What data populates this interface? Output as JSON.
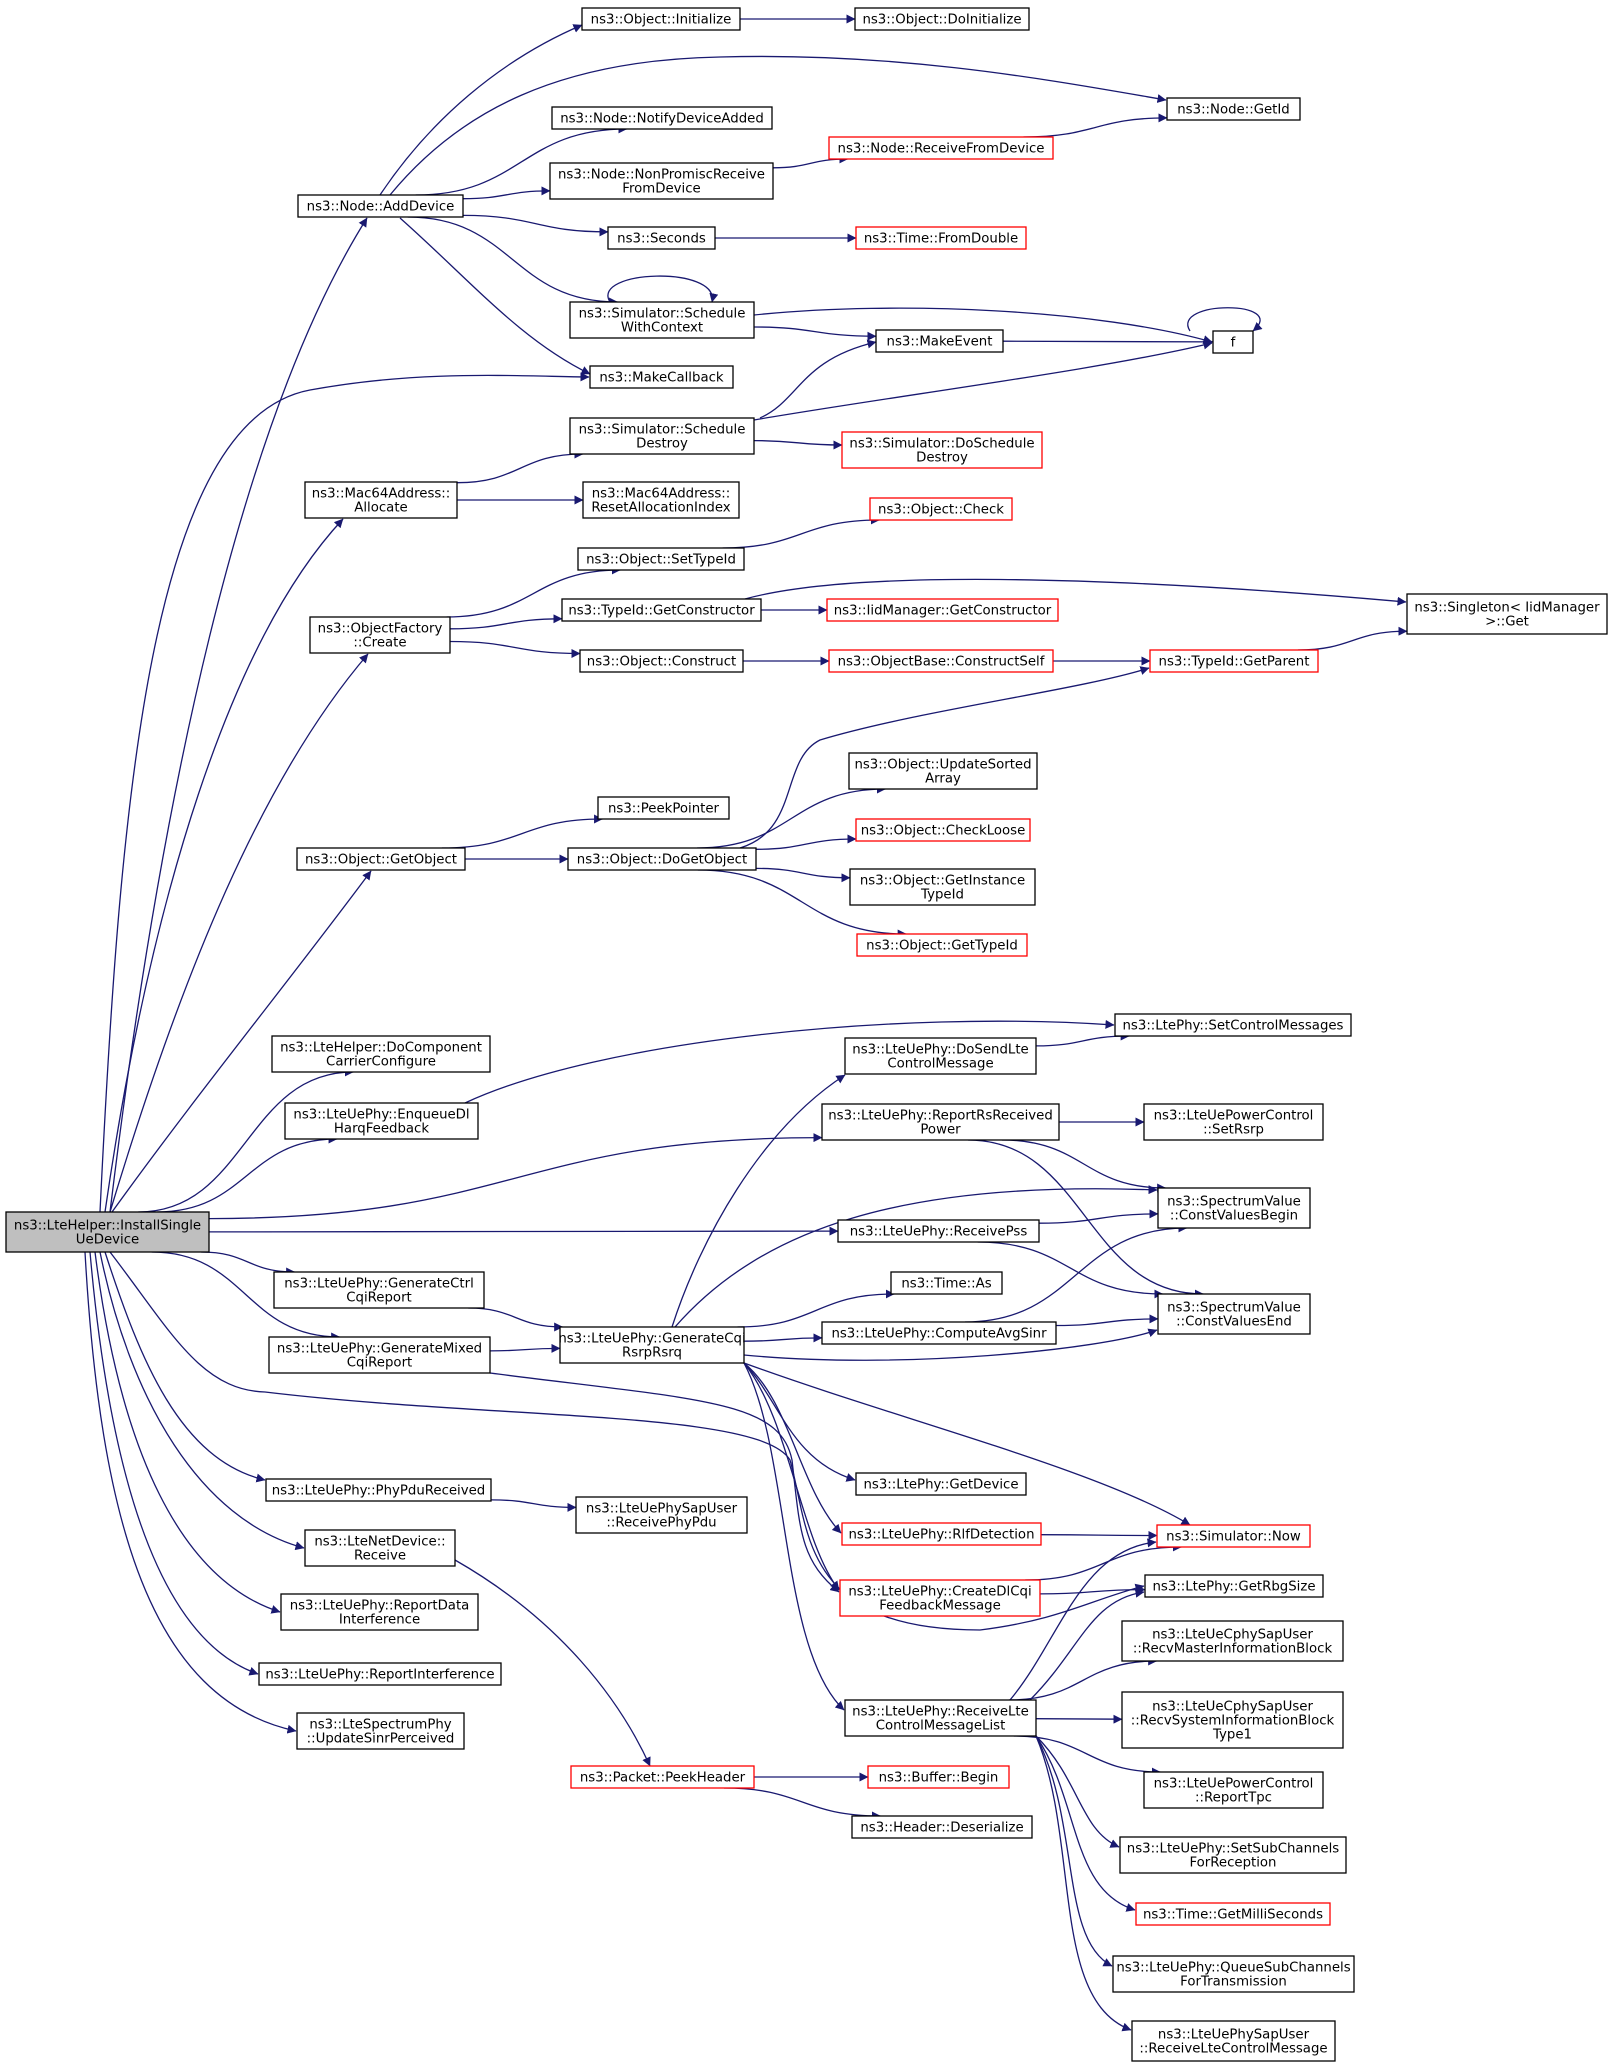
{
  "graph": {
    "type": "call-graph",
    "colors": {
      "edge": "#191970",
      "node_border": "#000000",
      "truncated_node_border": "#ff0000",
      "root_fill": "#bfbfbf"
    },
    "nodes": [
      {
        "id": "root",
        "label": [
          "ns3::LteHelper::InstallSingle",
          "UeDevice"
        ],
        "root": true
      },
      {
        "id": "addDevice",
        "label": [
          "ns3::Node::AddDevice"
        ]
      },
      {
        "id": "objInit",
        "label": [
          "ns3::Object::Initialize"
        ]
      },
      {
        "id": "objDoInit",
        "label": [
          "ns3::Object::DoInitialize"
        ]
      },
      {
        "id": "nodeGetId",
        "label": [
          "ns3::Node::GetId"
        ]
      },
      {
        "id": "notifyDev",
        "label": [
          "ns3::Node::NotifyDeviceAdded"
        ]
      },
      {
        "id": "nonPromisc",
        "label": [
          "ns3::Node::NonPromiscReceive",
          "FromDevice"
        ]
      },
      {
        "id": "recvFromDev",
        "label": [
          "ns3::Node::ReceiveFromDevice"
        ],
        "truncated": true
      },
      {
        "id": "seconds",
        "label": [
          "ns3::Seconds"
        ]
      },
      {
        "id": "fromDouble",
        "label": [
          "ns3::Time::FromDouble"
        ],
        "truncated": true
      },
      {
        "id": "schedCtx",
        "label": [
          "ns3::Simulator::Schedule",
          "WithContext"
        ]
      },
      {
        "id": "fNode",
        "label": [
          "f"
        ]
      },
      {
        "id": "makeEvent",
        "label": [
          "ns3::MakeEvent"
        ]
      },
      {
        "id": "makeCb",
        "label": [
          "ns3::MakeCallback"
        ]
      },
      {
        "id": "schedDestroy",
        "label": [
          "ns3::Simulator::Schedule",
          "Destroy"
        ]
      },
      {
        "id": "doSchedDestroy",
        "label": [
          "ns3::Simulator::DoSchedule",
          "Destroy"
        ],
        "truncated": true
      },
      {
        "id": "macAlloc",
        "label": [
          "ns3::Mac64Address::",
          "Allocate"
        ]
      },
      {
        "id": "macReset",
        "label": [
          "ns3::Mac64Address::",
          "ResetAllocationIndex"
        ]
      },
      {
        "id": "objCheck",
        "label": [
          "ns3::Object::Check"
        ],
        "truncated": true
      },
      {
        "id": "setTypeId",
        "label": [
          "ns3::Object::SetTypeId"
        ]
      },
      {
        "id": "factCreate",
        "label": [
          "ns3::ObjectFactory",
          "::Create"
        ]
      },
      {
        "id": "getCtor",
        "label": [
          "ns3::TypeId::GetConstructor"
        ]
      },
      {
        "id": "iidGetCtor",
        "label": [
          "ns3::IidManager::GetConstructor"
        ],
        "truncated": true
      },
      {
        "id": "singleton",
        "label": [
          "ns3::Singleton< IidManager",
          ">::Get"
        ]
      },
      {
        "id": "objConstruct",
        "label": [
          "ns3::Object::Construct"
        ]
      },
      {
        "id": "constructSelf",
        "label": [
          "ns3::ObjectBase::ConstructSelf"
        ],
        "truncated": true
      },
      {
        "id": "getParent",
        "label": [
          "ns3::TypeId::GetParent"
        ],
        "truncated": true
      },
      {
        "id": "updSorted",
        "label": [
          "ns3::Object::UpdateSorted",
          "Array"
        ]
      },
      {
        "id": "peekPtr",
        "label": [
          "ns3::PeekPointer"
        ]
      },
      {
        "id": "getObject",
        "label": [
          "ns3::Object::GetObject"
        ]
      },
      {
        "id": "doGetObject",
        "label": [
          "ns3::Object::DoGetObject"
        ]
      },
      {
        "id": "checkLoose",
        "label": [
          "ns3::Object::CheckLoose"
        ],
        "truncated": true
      },
      {
        "id": "getInstTypeId",
        "label": [
          "ns3::Object::GetInstance",
          "TypeId"
        ]
      },
      {
        "id": "getTypeId",
        "label": [
          "ns3::Object::GetTypeId"
        ],
        "truncated": true
      },
      {
        "id": "setCtrlMsgs",
        "label": [
          "ns3::LtePhy::SetControlMessages"
        ]
      },
      {
        "id": "doCompCarrier",
        "label": [
          "ns3::LteHelper::DoComponent",
          "CarrierConfigure"
        ]
      },
      {
        "id": "doSendCtrl",
        "label": [
          "ns3::LteUePhy::DoSendLte",
          "ControlMessage"
        ]
      },
      {
        "id": "enqueueDl",
        "label": [
          "ns3::LteUePhy::EnqueueDl",
          "HarqFeedback"
        ]
      },
      {
        "id": "reportRs",
        "label": [
          "ns3::LteUePhy::ReportRsReceived",
          "Power"
        ]
      },
      {
        "id": "setRsrp",
        "label": [
          "ns3::LteUePowerControl",
          "::SetRsrp"
        ]
      },
      {
        "id": "svBegin",
        "label": [
          "ns3::SpectrumValue",
          "::ConstValuesBegin"
        ]
      },
      {
        "id": "recvPss",
        "label": [
          "ns3::LteUePhy::ReceivePss"
        ]
      },
      {
        "id": "genCtrl",
        "label": [
          "ns3::LteUePhy::GenerateCtrl",
          "CqiReport"
        ]
      },
      {
        "id": "timeAs",
        "label": [
          "ns3::Time::As"
        ]
      },
      {
        "id": "svEnd",
        "label": [
          "ns3::SpectrumValue",
          "::ConstValuesEnd"
        ]
      },
      {
        "id": "genMixed",
        "label": [
          "ns3::LteUePhy::GenerateMixed",
          "CqiReport"
        ]
      },
      {
        "id": "genCqiRsrp",
        "label": [
          "ns3::LteUePhy::GenerateCqi",
          "RsrpRsrq"
        ]
      },
      {
        "id": "avgSinr",
        "label": [
          "ns3::LteUePhy::ComputeAvgSinr"
        ]
      },
      {
        "id": "ltePhyGetDev",
        "label": [
          "ns3::LtePhy::GetDevice"
        ]
      },
      {
        "id": "phyPduRecv",
        "label": [
          "ns3::LteUePhy::PhyPduReceived"
        ]
      },
      {
        "id": "sapRecvPhyPdu",
        "label": [
          "ns3::LteUePhySapUser",
          "::ReceivePhyPdu"
        ]
      },
      {
        "id": "rlfDetect",
        "label": [
          "ns3::LteUePhy::RlfDetection"
        ],
        "truncated": true
      },
      {
        "id": "simNow",
        "label": [
          "ns3::Simulator::Now"
        ],
        "truncated": true
      },
      {
        "id": "netDevRecv",
        "label": [
          "ns3::LteNetDevice::",
          "Receive"
        ]
      },
      {
        "id": "createDlCqi",
        "label": [
          "ns3::LteUePhy::CreateDlCqi",
          "FeedbackMessage"
        ],
        "truncated": true
      },
      {
        "id": "getRbgSize",
        "label": [
          "ns3::LtePhy::GetRbgSize"
        ]
      },
      {
        "id": "reportDataIntf",
        "label": [
          "ns3::LteUePhy::ReportData",
          "Interference"
        ]
      },
      {
        "id": "recvMib",
        "label": [
          "ns3::LteUeCphySapUser",
          "::RecvMasterInformationBlock"
        ]
      },
      {
        "id": "reportIntf",
        "label": [
          "ns3::LteUePhy::ReportInterference"
        ]
      },
      {
        "id": "recvCtrlList",
        "label": [
          "ns3::LteUePhy::ReceiveLte",
          "ControlMessageList"
        ]
      },
      {
        "id": "recvSib1",
        "label": [
          "ns3::LteUeCphySapUser",
          "::RecvSystemInformationBlock",
          "Type1"
        ]
      },
      {
        "id": "updSinr",
        "label": [
          "ns3::LteSpectrumPhy",
          "::UpdateSinrPerceived"
        ]
      },
      {
        "id": "peekHeader",
        "label": [
          "ns3::Packet::PeekHeader"
        ],
        "truncated": true
      },
      {
        "id": "bufBegin",
        "label": [
          "ns3::Buffer::Begin"
        ],
        "truncated": true
      },
      {
        "id": "reportTpc",
        "label": [
          "ns3::LteUePowerControl",
          "::ReportTpc"
        ]
      },
      {
        "id": "hdrDeser",
        "label": [
          "ns3::Header::Deserialize"
        ]
      },
      {
        "id": "setSubCh",
        "label": [
          "ns3::LteUePhy::SetSubChannels",
          "ForReception"
        ]
      },
      {
        "id": "getMilli",
        "label": [
          "ns3::Time::GetMilliSeconds"
        ],
        "truncated": true
      },
      {
        "id": "queueSubCh",
        "label": [
          "ns3::LteUePhy::QueueSubChannels",
          "ForTransmission"
        ]
      },
      {
        "id": "sapRecvCtrl",
        "label": [
          "ns3::LteUePhySapUser",
          "::ReceiveLteControlMessage"
        ]
      }
    ]
  }
}
